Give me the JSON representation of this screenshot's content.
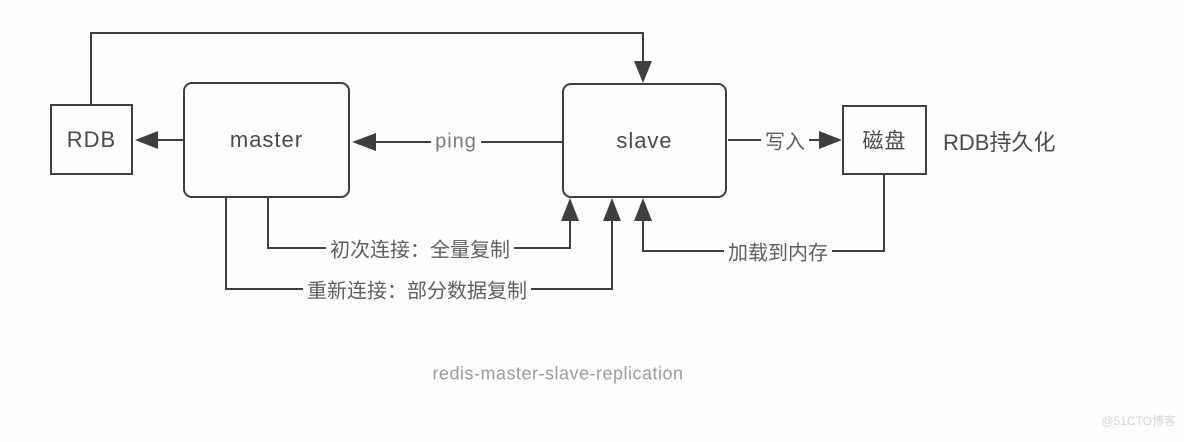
{
  "diagram": {
    "nodes": {
      "rdb": "RDB",
      "master": "master",
      "slave": "slave",
      "disk": "磁盘"
    },
    "edge_labels": {
      "ping": "ping",
      "write": "写入",
      "first_connection": "初次连接：全量复制",
      "reconnection": "重新连接：部分数据复制",
      "load_to_memory": "加载到内存"
    },
    "annotations": {
      "rdb_persistence": "RDB持久化"
    },
    "edges": [
      {
        "from": "rdb",
        "to": "slave",
        "label": ""
      },
      {
        "from": "master",
        "to": "rdb",
        "label": ""
      },
      {
        "from": "slave",
        "to": "master",
        "label": "ping"
      },
      {
        "from": "slave",
        "to": "disk",
        "label": "写入"
      },
      {
        "from": "master",
        "to": "slave",
        "label": "初次连接：全量复制"
      },
      {
        "from": "master",
        "to": "slave",
        "label": "重新连接：部分数据复制"
      },
      {
        "from": "disk",
        "to": "slave",
        "label": "加载到内存"
      }
    ],
    "caption": "redis-master-slave-replication",
    "watermark": "@51CTO博客",
    "colors": {
      "line": "#3f3f3f",
      "box_text": "#4a4a4a",
      "label_text": "#5f5f5f",
      "caption": "#9b9b9b",
      "watermark": "#d5d5d5",
      "background": "#fefefe"
    }
  }
}
